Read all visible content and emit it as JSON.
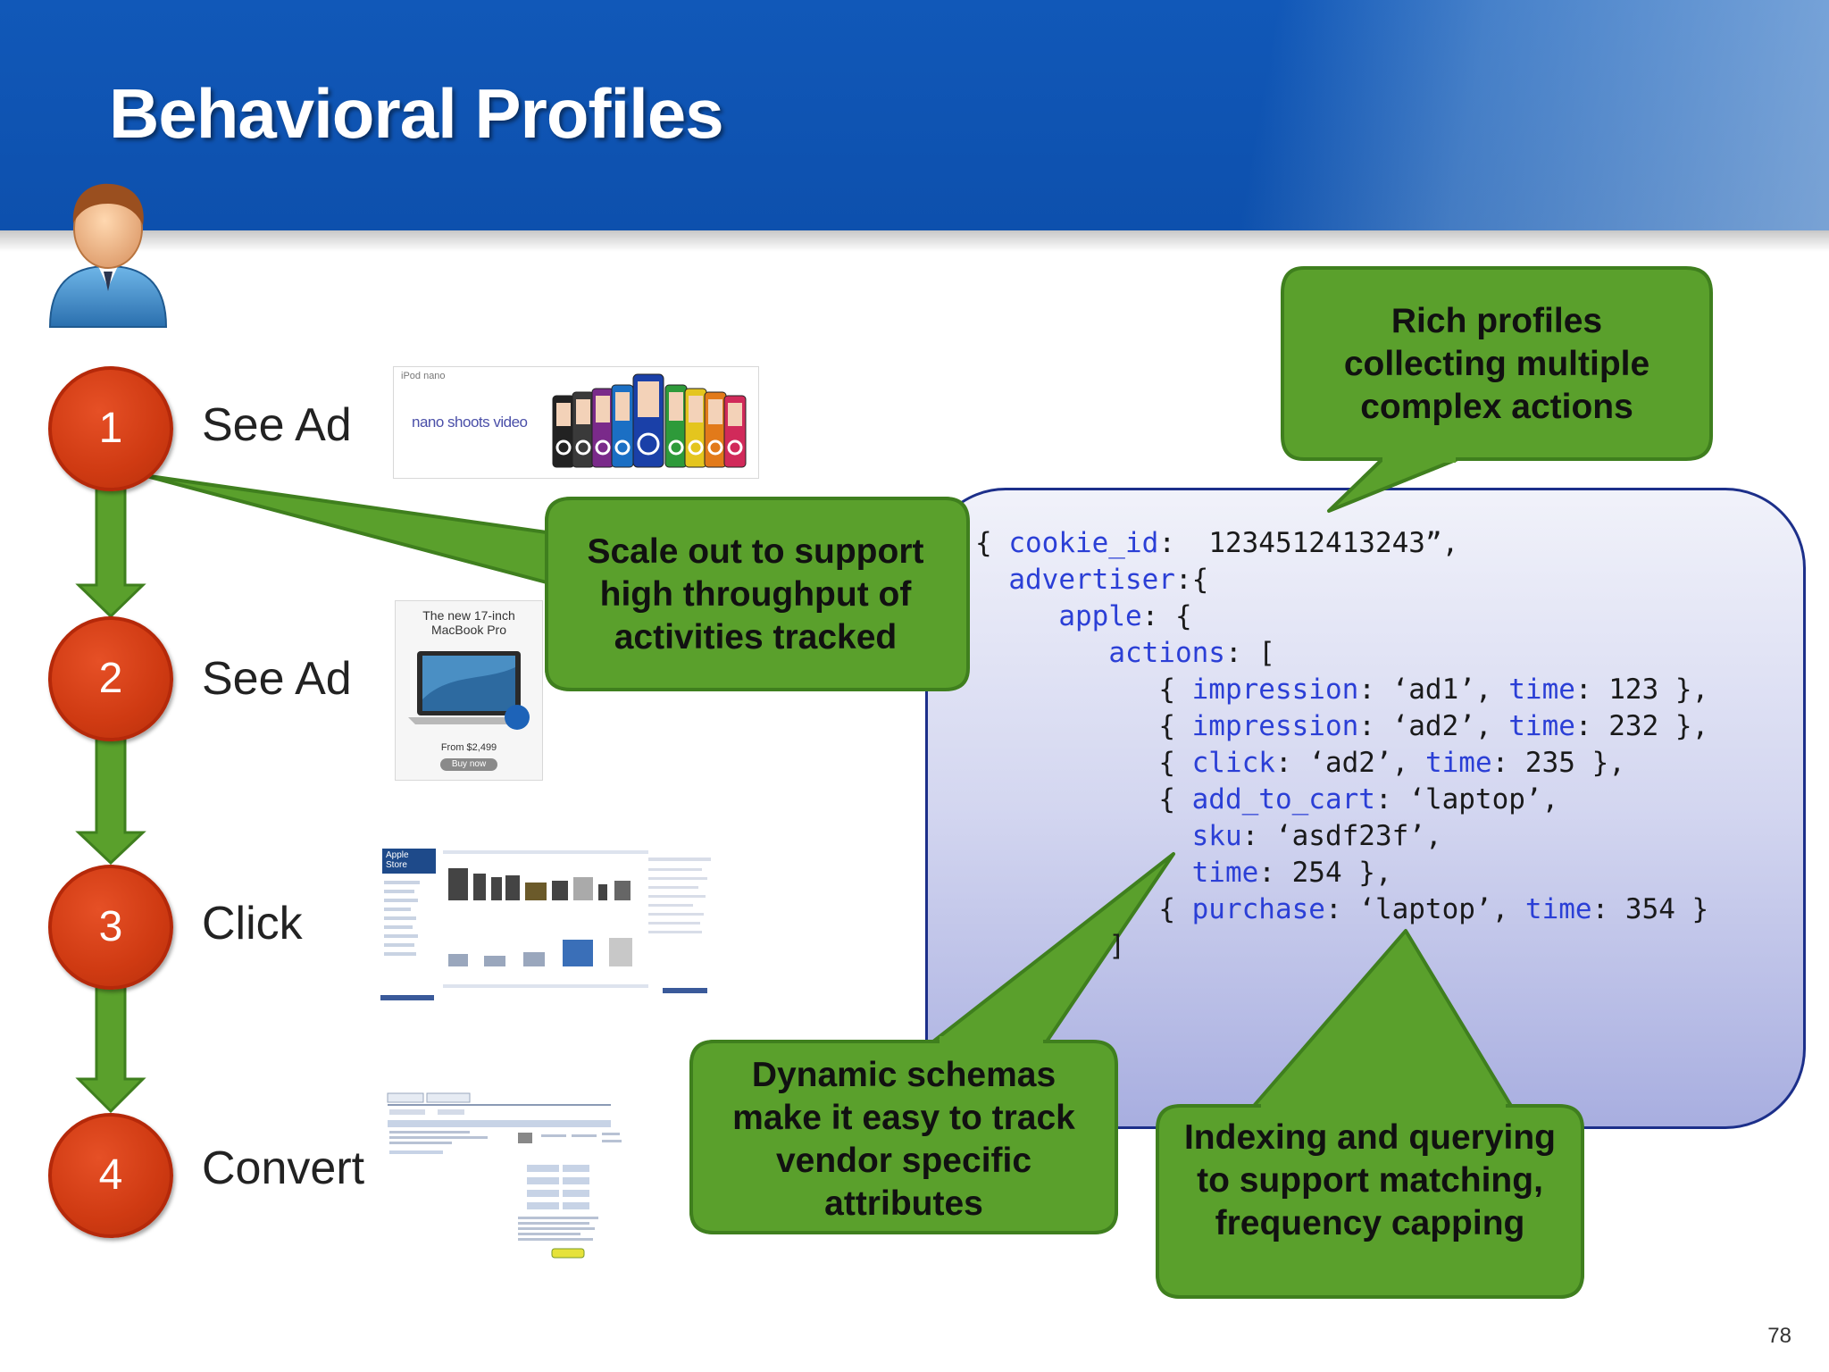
{
  "slide": {
    "title": "Behavioral Profiles",
    "page_number": "78"
  },
  "steps": [
    {
      "number": "1",
      "label": "See Ad"
    },
    {
      "number": "2",
      "label": "See Ad"
    },
    {
      "number": "3",
      "label": "Click"
    },
    {
      "number": "4",
      "label": "Convert"
    }
  ],
  "thumbnails": {
    "ipod_brand": "iPod nano",
    "ipod_tagline": "nano shoots video",
    "macbook_line1": "The new 17-inch",
    "macbook_line2": "MacBook Pro",
    "macbook_price": "From $2,499",
    "macbook_button": "Buy now",
    "store_header": "Apple Store"
  },
  "callouts": {
    "rich_profiles": "Rich profiles collecting multiple complex actions",
    "scale_out": "Scale out to support high throughput of activities tracked",
    "dynamic_schemas": "Dynamic schemas make it easy to track vendor specific attributes",
    "indexing": "Indexing and querying to support matching, frequency capping"
  },
  "code": {
    "open": "{ ",
    "cookie_key": "cookie_id",
    "cookie_sep": ":  ",
    "cookie_value": "1234512413243”,",
    "advertiser_key": "advertiser",
    "advertiser_sep": ":{",
    "apple_key": "apple",
    "apple_sep": ": {",
    "actions_key": "actions",
    "actions_sep": ": [",
    "row1_pre": "{ ",
    "row1_k1": "impression",
    "row1_mid": ": ‘ad1’, ",
    "row1_k2": "time",
    "row1_end": ": 123 },",
    "row2_pre": "{ ",
    "row2_k1": "impression",
    "row2_mid": ": ‘ad2’, ",
    "row2_k2": "time",
    "row2_end": ": 232 },",
    "row3_pre": "{ ",
    "row3_k1": "click",
    "row3_mid": ": ‘ad2’, ",
    "row3_k2": "time",
    "row3_end": ": 235 },",
    "row4_pre": "{ ",
    "row4_k1": "add_to_cart",
    "row4_end": ": ‘laptop’,",
    "row5_k1": "sku",
    "row5_end": ": ‘asdf23f’,",
    "row6_k1": "time",
    "row6_end": ": 254 },",
    "row7_pre": "{ ",
    "row7_k1": "purchase",
    "row7_mid": ": ‘laptop’, ",
    "row7_k2": "time",
    "row7_end": ": 354 }",
    "close_bracket": "]"
  },
  "colors": {
    "header_blue": "#1158b8",
    "callout_green": "#5aa02c",
    "callout_border": "#3f7f1e",
    "step_red": "#cf3a12",
    "code_key_blue": "#2b3fd6",
    "panel_border": "#1c2f8a"
  }
}
